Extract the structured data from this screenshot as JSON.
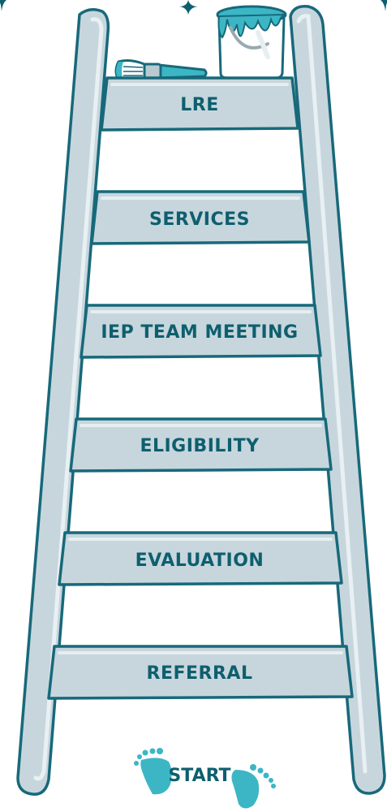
{
  "rungs": [
    {
      "label": "LRE"
    },
    {
      "label": "SERVICES"
    },
    {
      "label": "IEP TEAM MEETING"
    },
    {
      "label": "ELIGIBILITY"
    },
    {
      "label": "EVALUATION"
    },
    {
      "label": "REFERRAL"
    }
  ],
  "start": {
    "label": "START"
  },
  "colors": {
    "ladder_fill": "#c7d6dd",
    "ladder_highlight": "#dde8ec",
    "ladder_stroke": "#17697a",
    "text": "#0e5f6e",
    "paint": "#3cb6c4",
    "sparkle": "#0e5f6e"
  }
}
